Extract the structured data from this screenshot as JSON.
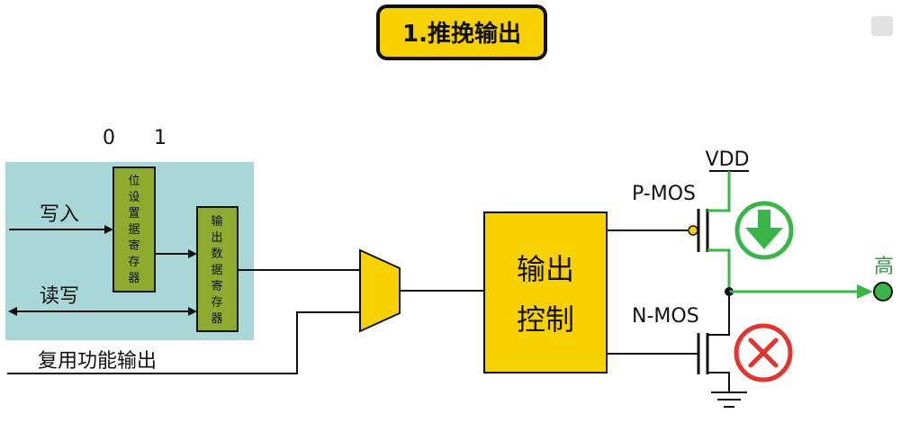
{
  "title": "1.推挽输出",
  "bits": {
    "zero": "0",
    "one": "1"
  },
  "inputs": {
    "write_in": "写入",
    "read_write": "读写",
    "alt_output": "复用功能输出"
  },
  "registers": {
    "bit_set": [
      "位",
      "设",
      "置",
      "据",
      "寄",
      "存",
      "器"
    ],
    "output_data": [
      "输",
      "出",
      "数",
      "据",
      "寄",
      "存",
      "器"
    ]
  },
  "output_control": [
    "输出",
    "控制"
  ],
  "supply": "VDD",
  "pmos_label": "P-MOS",
  "nmos_label": "N-MOS",
  "output_level": "高",
  "colors": {
    "panel": "#a9d6d6",
    "register_fill": "#8cab2f",
    "mux_fill": "#f8d200",
    "active_green": "#3ab54a",
    "off_red": "#e3342f",
    "title_fill": "#f8d200"
  }
}
